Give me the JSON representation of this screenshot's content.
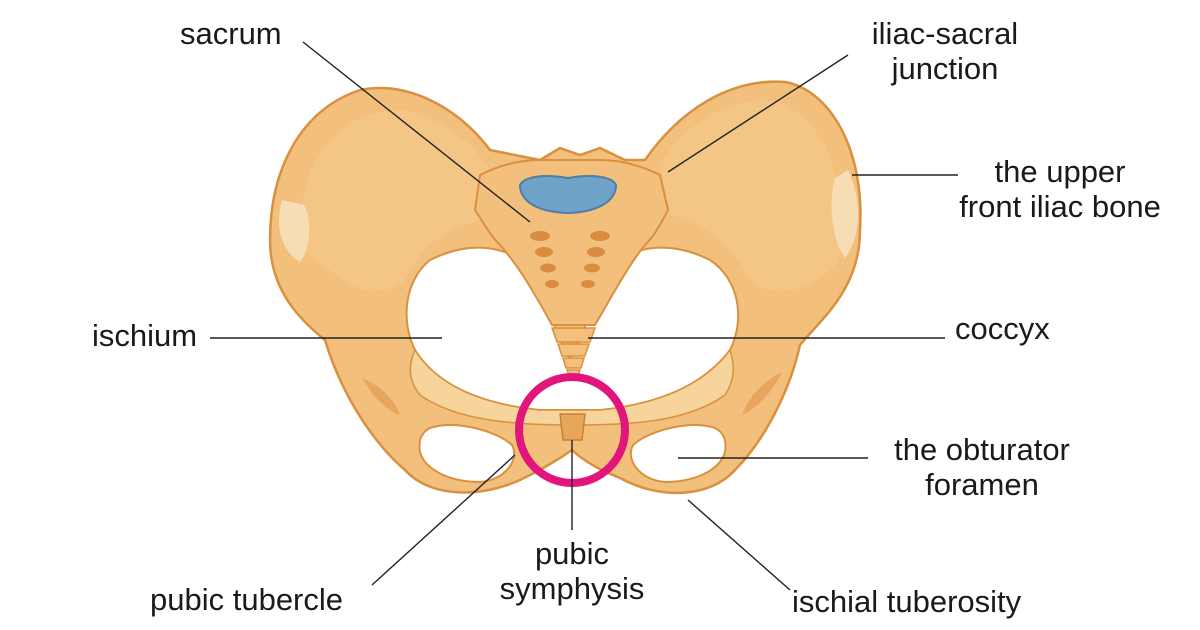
{
  "labels": {
    "sacrum": "sacrum",
    "iliac_sacral": [
      "iliac-sacral",
      "junction"
    ],
    "upper_front_iliac": [
      "the upper",
      "front iliac bone"
    ],
    "ischium": "ischium",
    "coccyx": "coccyx",
    "obturator": [
      "the obturator",
      "foramen"
    ],
    "pubic_tubercle": "pubic tubercle",
    "pubic_symphysis": [
      "pubic",
      "symphysis"
    ],
    "ischial_tuberosity": "ischial tuberosity"
  },
  "colors": {
    "bone_main": "#F2BF7C",
    "bone_light": "#F7D49B",
    "bone_shadow": "#E7A65C",
    "bone_outline": "#D9903F",
    "pale_highlight": "#F6DDB5",
    "disc_blue": "#6FA3C8",
    "disc_outline": "#4E7FA6",
    "highlight_ring": "#E2157B",
    "leader_line": "#222222"
  }
}
